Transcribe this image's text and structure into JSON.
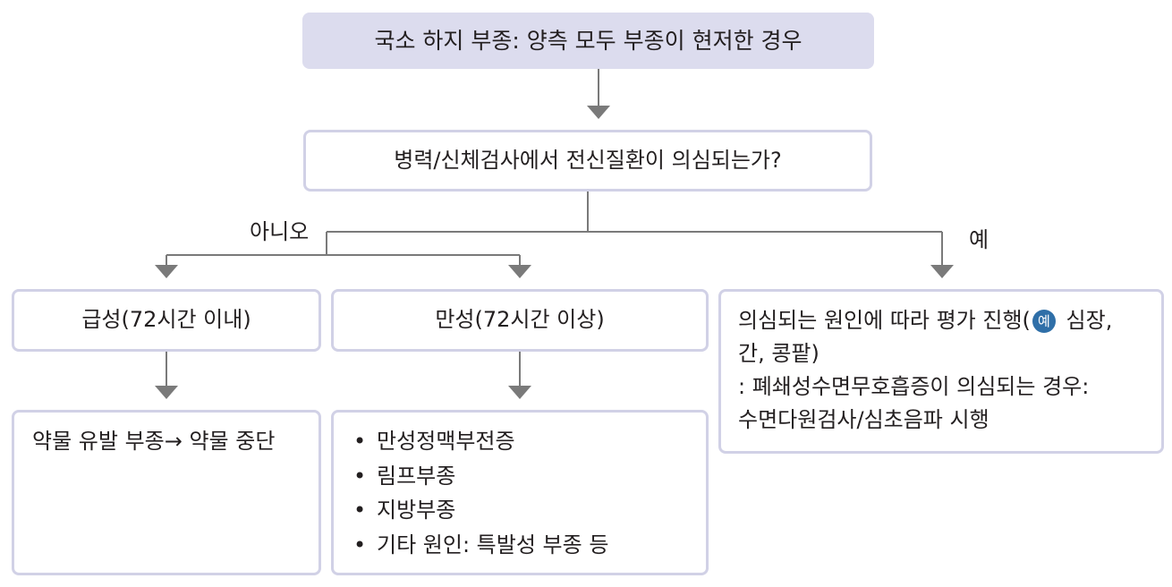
{
  "flowchart": {
    "start": "국소 하지 부종: 양측 모두 부종이 현저한 경우",
    "question": "병력/신체검사에서 전신질환이 의심되는가?",
    "branch_no_label": "아니오",
    "branch_yes_label": "예",
    "acute": {
      "title": "급성(72시간 이내)",
      "result": "약물 유발 부종→ 약물 중단"
    },
    "chronic": {
      "title": "만성(72시간 이상)",
      "bullet": "•",
      "causes": [
        "만성정맥부전증",
        "림프부종",
        "지방부종",
        "기타 원인: 특발성 부종 등"
      ]
    },
    "systemic": {
      "line1_before_badge": "의심되는 원인에 따라 평가 진행(",
      "badge": "예",
      "line1_after_badge": " 심장,",
      "line2": "간, 콩팥)",
      "line3": ": 폐쇄성수면무호흡증이 의심되는 경우:",
      "line4": "수면다원검사/심초음파 시행"
    }
  },
  "colors": {
    "box_border": "#d1d1e6",
    "start_fill": "#dcdcee",
    "connector": "#7a7a7a",
    "badge": "#2f6fa8",
    "text": "#231f20"
  }
}
